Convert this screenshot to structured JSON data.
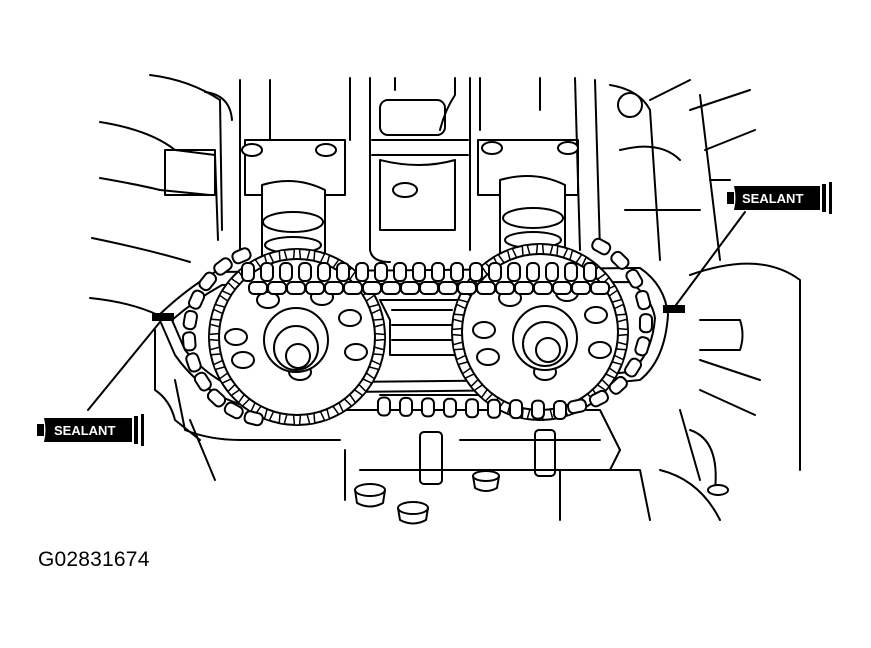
{
  "figure": {
    "id": "G02831674"
  },
  "callouts": [
    {
      "label": "SEALANT"
    },
    {
      "label": "SEALANT"
    }
  ]
}
